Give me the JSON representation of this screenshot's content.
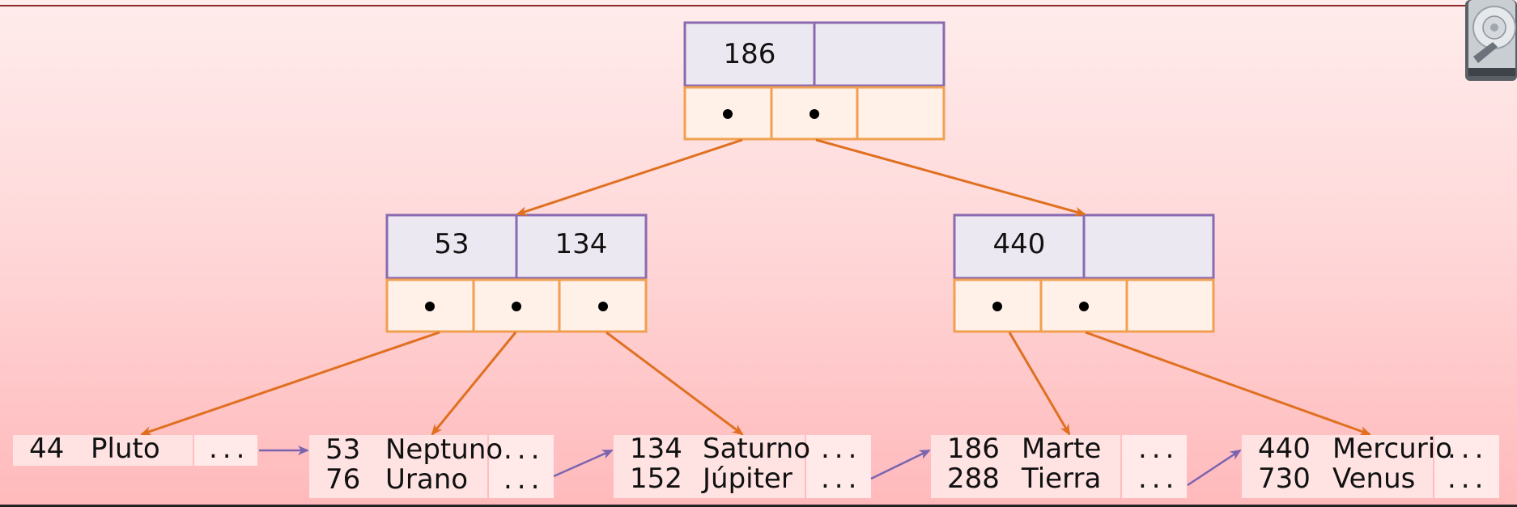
{
  "nodes": {
    "root": {
      "keys": [
        "186",
        ""
      ]
    },
    "left": {
      "keys": [
        "53",
        "134"
      ]
    },
    "right": {
      "keys": [
        "440",
        ""
      ]
    }
  },
  "pointer_symbol": "•",
  "leaves": [
    {
      "rows": [
        {
          "key": "44",
          "name": "Pluto",
          "more": "..."
        }
      ]
    },
    {
      "rows": [
        {
          "key": "53",
          "name": "Neptuno",
          "more": "..."
        },
        {
          "key": "76",
          "name": "Urano",
          "more": "..."
        }
      ]
    },
    {
      "rows": [
        {
          "key": "134",
          "name": "Saturno",
          "more": "..."
        },
        {
          "key": "152",
          "name": "Júpiter",
          "more": "..."
        }
      ]
    },
    {
      "rows": [
        {
          "key": "186",
          "name": "Marte",
          "more": "..."
        },
        {
          "key": "288",
          "name": "Tierra",
          "more": "..."
        }
      ]
    },
    {
      "rows": [
        {
          "key": "440",
          "name": "Mercurio",
          "more": "..."
        },
        {
          "key": "730",
          "name": "Venus",
          "more": "..."
        }
      ]
    }
  ],
  "colors": {
    "key_border": "#8a6ab0",
    "key_fill": "#ece8f2",
    "ptr_border": "#f0a050",
    "ptr_fill": "#fff0e8",
    "tree_edge": "#e07020",
    "leaf_link": "#7a64b0",
    "leaf_fill": "#ffe3e3"
  },
  "icons": {
    "disk": "hard-disk-icon"
  }
}
